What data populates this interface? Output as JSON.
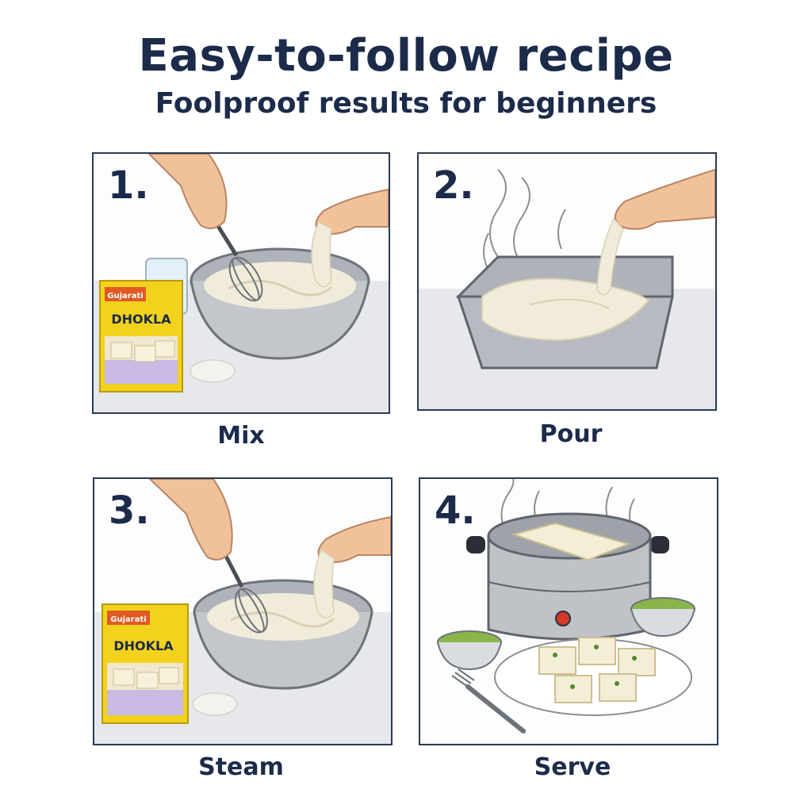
{
  "header": {
    "title": "Easy-to-follow recipe",
    "subtitle": "Foolproof results for beginners"
  },
  "steps": [
    {
      "number": "1.",
      "caption": "Mix",
      "box_brand": "Gujarati",
      "box_name": "DHOKLA"
    },
    {
      "number": "2.",
      "caption": "Pour"
    },
    {
      "number": "3.",
      "caption": "Steam",
      "box_brand": "Gujarati",
      "box_name": "DHOKLA"
    },
    {
      "number": "4.",
      "caption": "Serve"
    }
  ],
  "colors": {
    "text": "#1c2b4a",
    "frame": "#2b3a55",
    "box_yellow": "#f2d21c",
    "batter": "#f1ecd9",
    "metal": "#b8bcc2",
    "chutney": "#8ab54a"
  }
}
